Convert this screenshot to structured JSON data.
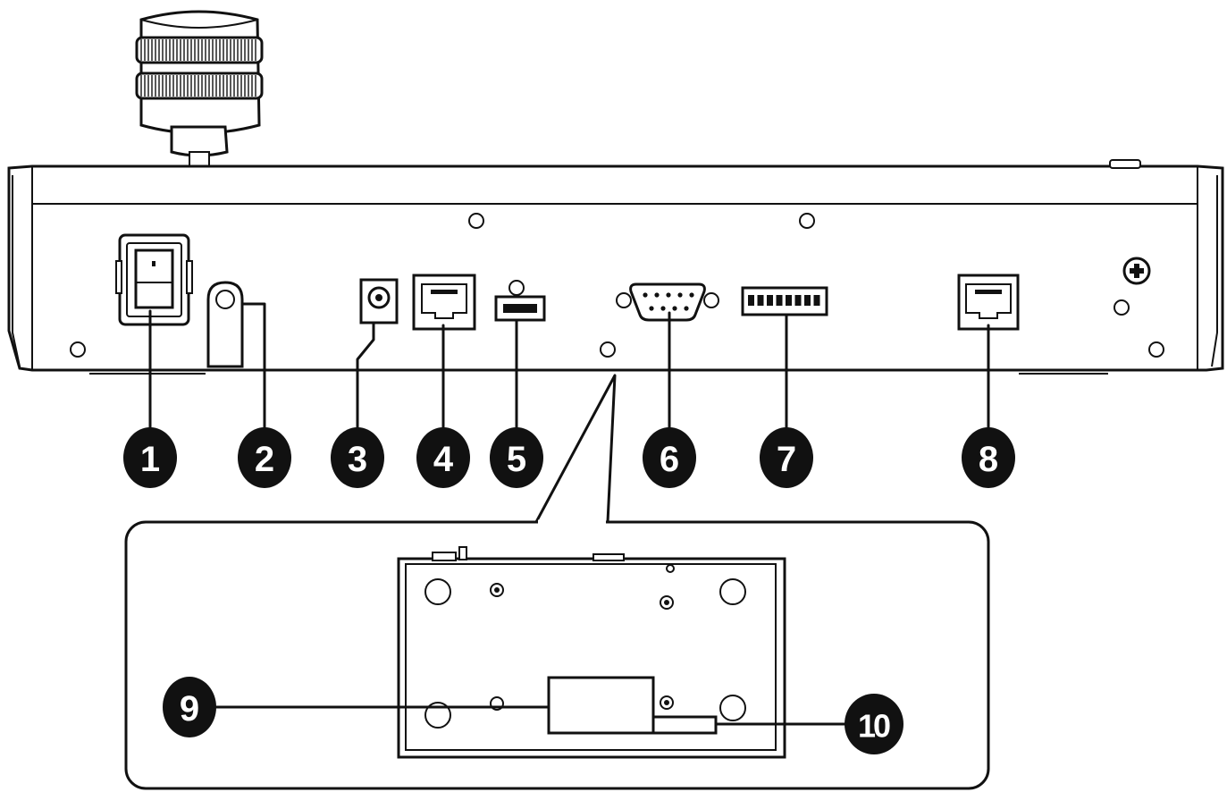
{
  "callouts": [
    {
      "id": 1,
      "label": "1",
      "part": "power-switch"
    },
    {
      "id": 2,
      "label": "2",
      "part": "cable-clamp"
    },
    {
      "id": 3,
      "label": "3",
      "part": "dc-in-jack"
    },
    {
      "id": 4,
      "label": "4",
      "part": "rj45-port"
    },
    {
      "id": 5,
      "label": "5",
      "part": "usb-port"
    },
    {
      "id": 6,
      "label": "6",
      "part": "serial-connector"
    },
    {
      "id": 7,
      "label": "7",
      "part": "terminal-block"
    },
    {
      "id": 8,
      "label": "8",
      "part": "rj45-port"
    },
    {
      "id": 9,
      "label": "9",
      "part": "bottom-label"
    },
    {
      "id": 10,
      "label": "10",
      "part": "bottom-label-strip"
    }
  ],
  "colors": {
    "line": "#111111",
    "background": "#ffffff",
    "callout_fill": "#111111",
    "callout_text": "#ffffff"
  }
}
